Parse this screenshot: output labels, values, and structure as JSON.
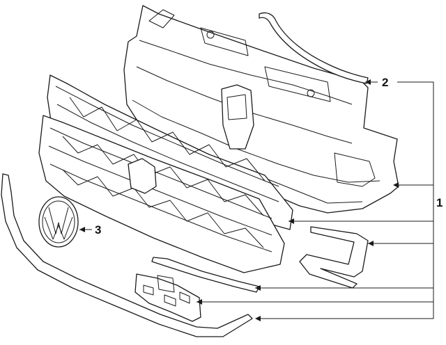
{
  "callouts": [
    {
      "id": "callout-1",
      "label": "1"
    },
    {
      "id": "callout-2",
      "label": "2"
    },
    {
      "id": "callout-3",
      "label": "3"
    }
  ],
  "colors": {
    "line": "#1a1a1a",
    "background": "#ffffff"
  },
  "icons": [
    "vw-emblem-icon"
  ]
}
